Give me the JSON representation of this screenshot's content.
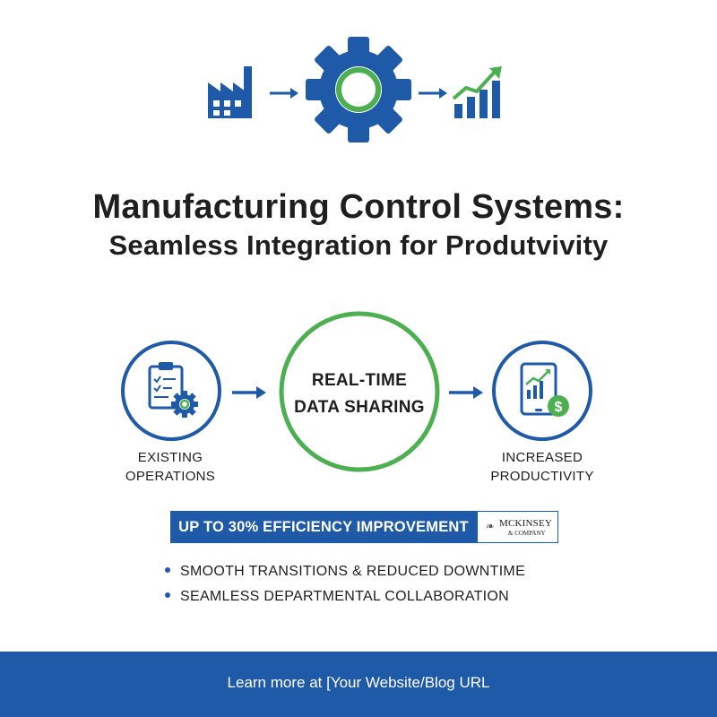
{
  "header": {
    "icons": [
      "factory-icon",
      "arrow-right-icon",
      "gear-icon",
      "arrow-right-icon",
      "growth-chart-icon"
    ]
  },
  "title": {
    "line1": "Manufacturing Control Systems:",
    "line2": "Seamless Integration for Produtvivity"
  },
  "flow": {
    "left": {
      "icon": "clipboard-gear-icon",
      "label_line1": "EXISTING",
      "label_line2": "OPERATIONS"
    },
    "center": {
      "label_line1": "REAL-TIME",
      "label_line2": "DATA SHARING"
    },
    "right": {
      "icon": "tablet-chart-dollar-icon",
      "label_line1": "INCREASED",
      "label_line2": "PRODUCTIVITY"
    }
  },
  "banner": {
    "text": "UP TO 30% EFFICIENCY IMPROVEMENT",
    "source_top": "MCKINSEY",
    "source_bottom": "& COMPANY"
  },
  "bullets": [
    "SMOOTH TRANSITIONS & REDUCED DOWNTIME",
    "SEAMLESS DEPARTMENTAL COLLABORATION"
  ],
  "footer": {
    "text": "Learn more at [Your Website/Blog URL"
  },
  "colors": {
    "primary_blue": "#1e5aa8",
    "accent_green": "#4caf50",
    "text": "#1e1e1e"
  }
}
